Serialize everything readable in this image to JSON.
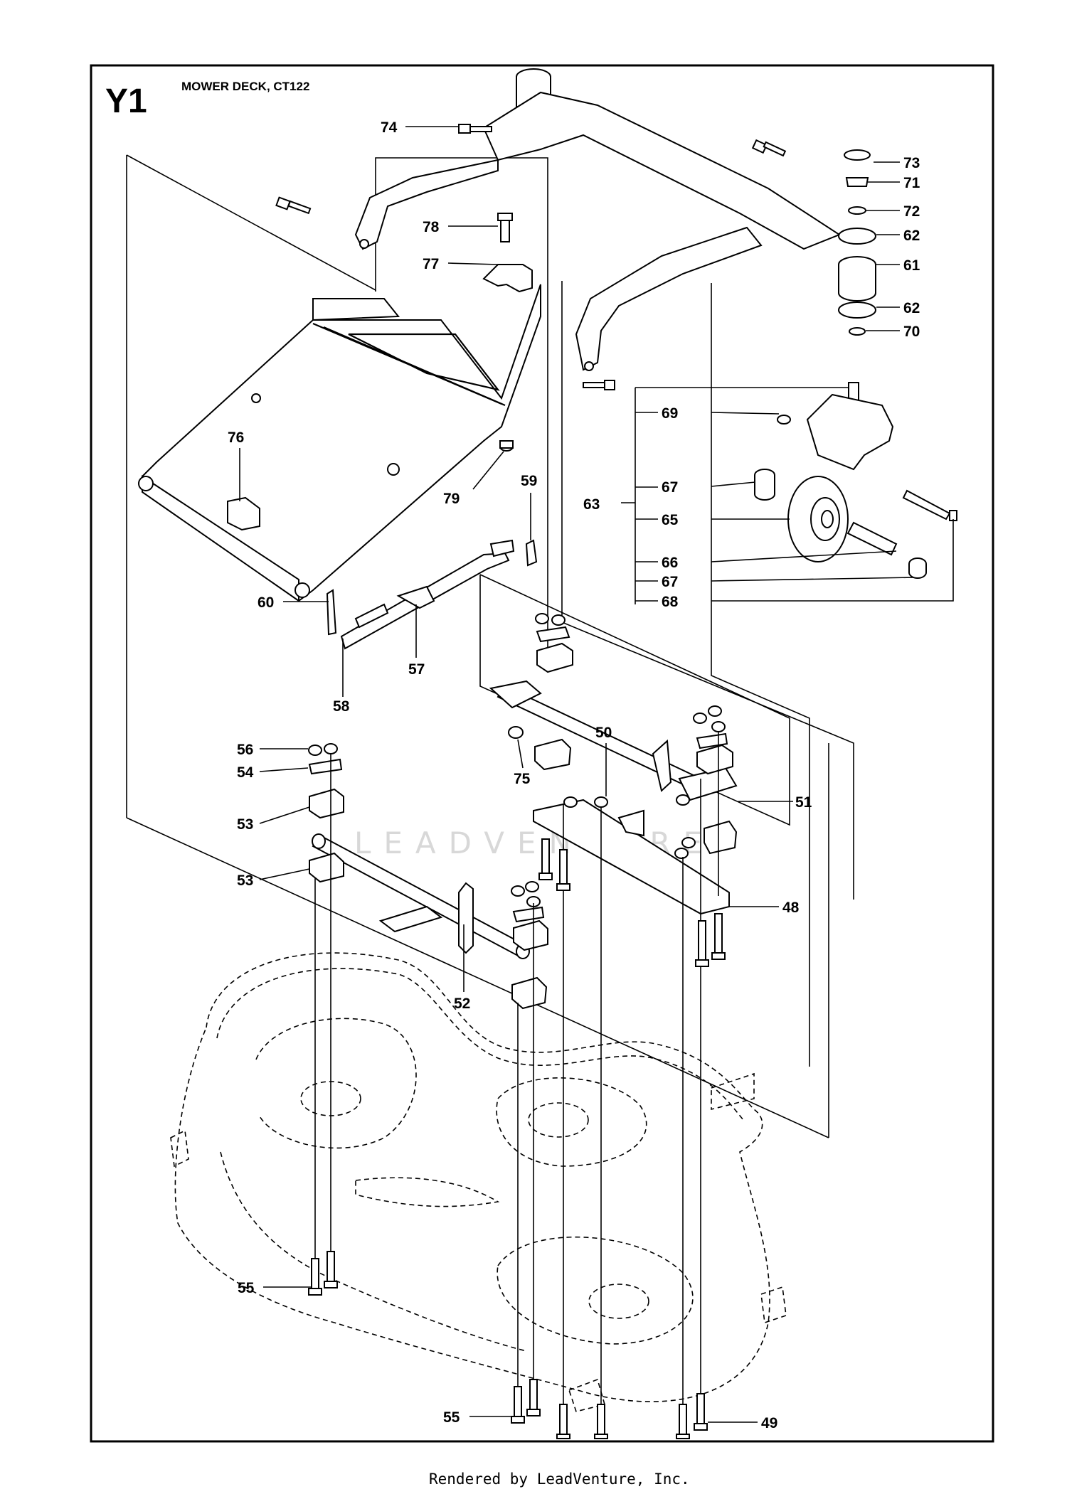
{
  "diagram": {
    "section_code": "Y1",
    "title": "MOWER DECK, CT122",
    "watermark": "LEADVENTURE",
    "footer": "Rendered by LeadVenture, Inc.",
    "callouts": [
      {
        "id": "c74",
        "label": "74"
      },
      {
        "id": "c73",
        "label": "73"
      },
      {
        "id": "c71",
        "label": "71"
      },
      {
        "id": "c72",
        "label": "72"
      },
      {
        "id": "c62a",
        "label": "62"
      },
      {
        "id": "c61",
        "label": "61"
      },
      {
        "id": "c62b",
        "label": "62"
      },
      {
        "id": "c70",
        "label": "70"
      },
      {
        "id": "c78",
        "label": "78"
      },
      {
        "id": "c77",
        "label": "77"
      },
      {
        "id": "c76",
        "label": "76"
      },
      {
        "id": "c79",
        "label": "79"
      },
      {
        "id": "c59",
        "label": "59"
      },
      {
        "id": "c69",
        "label": "69"
      },
      {
        "id": "c67a",
        "label": "67"
      },
      {
        "id": "c63",
        "label": "63"
      },
      {
        "id": "c65",
        "label": "65"
      },
      {
        "id": "c66",
        "label": "66"
      },
      {
        "id": "c67b",
        "label": "67"
      },
      {
        "id": "c68",
        "label": "68"
      },
      {
        "id": "c60",
        "label": "60"
      },
      {
        "id": "c57",
        "label": "57"
      },
      {
        "id": "c58",
        "label": "58"
      },
      {
        "id": "c56",
        "label": "56"
      },
      {
        "id": "c54",
        "label": "54"
      },
      {
        "id": "c75",
        "label": "75"
      },
      {
        "id": "c50",
        "label": "50"
      },
      {
        "id": "c51",
        "label": "51"
      },
      {
        "id": "c53a",
        "label": "53"
      },
      {
        "id": "c53b",
        "label": "53"
      },
      {
        "id": "c48",
        "label": "48"
      },
      {
        "id": "c52",
        "label": "52"
      },
      {
        "id": "c55a",
        "label": "55"
      },
      {
        "id": "c55b",
        "label": "55"
      },
      {
        "id": "c49",
        "label": "49"
      }
    ]
  }
}
